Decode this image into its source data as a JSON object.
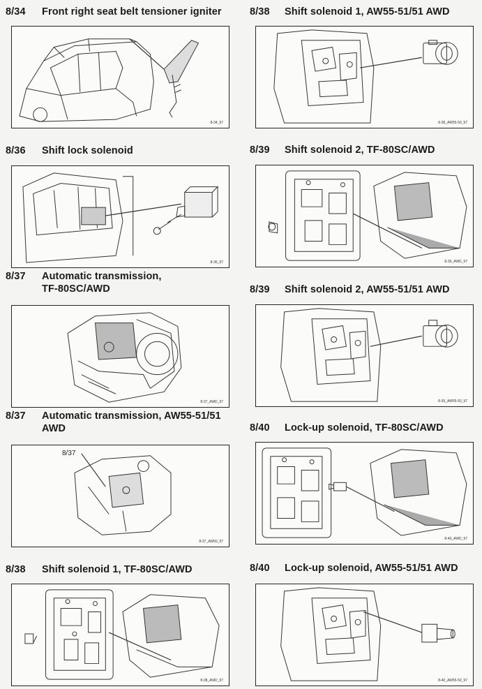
{
  "left": [
    {
      "num": "8/34",
      "title": "Front right seat belt tensioner igniter",
      "code": "8-34_97"
    },
    {
      "num": "8/36",
      "title": "Shift lock solenoid",
      "code": "8-36_97"
    },
    {
      "num": "8/37",
      "title_line1": "Automatic transmission,",
      "title_line2": "TF-80SC/AWD",
      "code": "8-37_AWD_97"
    },
    {
      "num": "8/37",
      "title_line1": "Automatic transmission, AW55-51/51",
      "title_line2": "AWD",
      "code": "8-37_AW50_97",
      "callout": "8/37"
    },
    {
      "num": "8/38",
      "title": "Shift solenoid 1, TF-80SC/AWD",
      "code": "8-38_AWD_97"
    }
  ],
  "right": [
    {
      "num": "8/38",
      "title": "Shift solenoid 1, AW55-51/51 AWD",
      "code": "8-38_AW55-50_97"
    },
    {
      "num": "8/39",
      "title": "Shift solenoid 2, TF-80SC/AWD",
      "code": "8-39_AWD_97"
    },
    {
      "num": "8/39",
      "title": "Shift solenoid 2, AW55-51/51 AWD",
      "code": "8-39_AW55-50_97"
    },
    {
      "num": "8/40",
      "title": "Lock-up solenoid, TF-80SC/AWD",
      "code": "8-40_AWD_97"
    },
    {
      "num": "8/40",
      "title": "Lock-up solenoid, AW55-51/51 AWD",
      "code": "8-40_AW55-50_97"
    }
  ]
}
